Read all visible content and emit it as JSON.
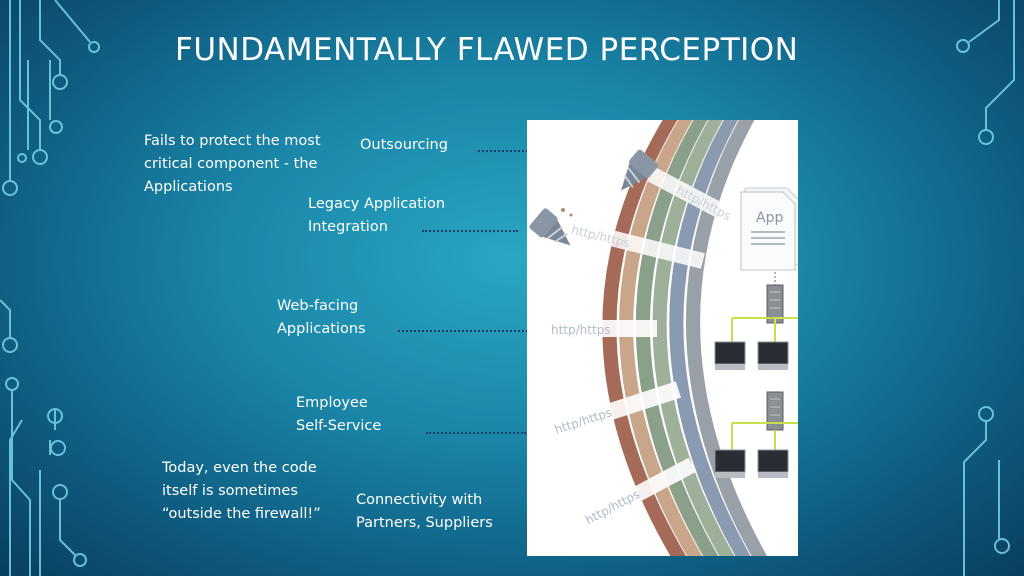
{
  "slide": {
    "title": "FUNDAMENTALLY FLAWED PERCEPTION",
    "intro": "Fails to protect the most\ncritical component - the\nApplications",
    "closing": "Today, even the code\nitself is sometimes\n“outside the firewall!”"
  },
  "labels": {
    "outsourcing": "Outsourcing",
    "legacy": "Legacy Application\nIntegration",
    "web_facing": "Web-facing\nApplications",
    "employee": "Employee\nSelf-Service",
    "connectivity": "Connectivity with\nPartners, Suppliers"
  },
  "diagram": {
    "app_doc_label": "App",
    "stream_label": "http/https",
    "icons": [
      "drill-bit-icon",
      "app-document-icon",
      "server-icon",
      "desktop-computer-icon"
    ]
  },
  "colors": {
    "background": "#1a86a8",
    "connector_line": "#c8e04a",
    "dotted_leader": "#1e3e6e"
  }
}
